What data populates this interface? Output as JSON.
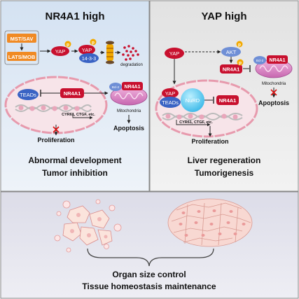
{
  "left_panel": {
    "title": "NR4A1 high",
    "pathway": {
      "mst_sav": "MST/SAV",
      "lats_mob": "LATS/MOB",
      "yap": "YAP",
      "p": "p",
      "yap_bound": "YAP",
      "protein_14_3_3": "14-3-3",
      "degradation": "degradation"
    },
    "nucleus": {
      "teads": "TEADs",
      "nr4a1": "NR4A1",
      "genes": "CYR61, CTGF, etc."
    },
    "mitochondria": {
      "bcl2": "Bcl-2",
      "nr4a1": "NR4A1",
      "label": "Mitochondria"
    },
    "apoptosis": "Apoptosis",
    "proliferation": "Proliferation",
    "outcomes": [
      "Abnormal development",
      "Tumor inhibition"
    ]
  },
  "right_panel": {
    "title": "YAP high",
    "pathway": {
      "yap": "YAP",
      "akt": "AKT",
      "p": "p",
      "nr4a1": "NR4A1",
      "bcl2": "Bcl-2",
      "nr4a1_mito": "NR4A1",
      "mitochondria_label": "Mitochondria"
    },
    "nucleus": {
      "yap": "YAP",
      "teads": "TEADs",
      "nurd": "NuRD",
      "nr4a1": "NR4A1",
      "genes": "CYR61, CTGF, etc."
    },
    "apoptosis": "Apoptosis",
    "proliferation": "Proliferation",
    "outcomes": [
      "Liver regeneration",
      "Tumorigenesis"
    ]
  },
  "bottom_panel": {
    "outcomes": [
      "Organ size control",
      "Tissue homeostasis maintenance"
    ]
  },
  "colors": {
    "left_bg": "#dfe9f5",
    "right_bg": "#ebebeb",
    "bottom_bg": "#e6e6f0",
    "orange": "#f08a24",
    "red": "#c8102e",
    "blue": "#3a63c4",
    "mito": "#d98bc6",
    "phospho": "#f2a900"
  }
}
